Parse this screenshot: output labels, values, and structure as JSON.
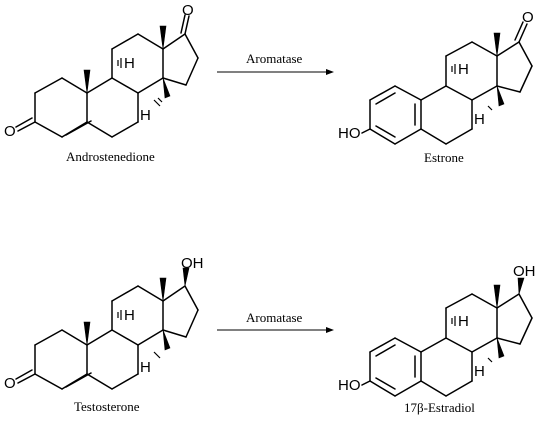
{
  "reactions": [
    {
      "reactant": {
        "name": "Androstenedione",
        "substituent_17": "O",
        "h_labels": [
          "H",
          "H"
        ],
        "ring_a_label": "O"
      },
      "enzyme": "Aromatase",
      "product": {
        "name": "Estrone",
        "substituent_17": "O",
        "h_labels": [
          "H",
          "H"
        ],
        "ring_a_label": "HO"
      }
    },
    {
      "reactant": {
        "name": "Testosterone",
        "substituent_17": "OH",
        "h_labels": [
          "H",
          "H"
        ],
        "ring_a_label": "O"
      },
      "enzyme": "Aromatase",
      "product": {
        "name": "17β-Estradiol",
        "substituent_17": "OH",
        "h_labels": [
          "H",
          "H"
        ],
        "ring_a_label": "HO"
      }
    }
  ]
}
